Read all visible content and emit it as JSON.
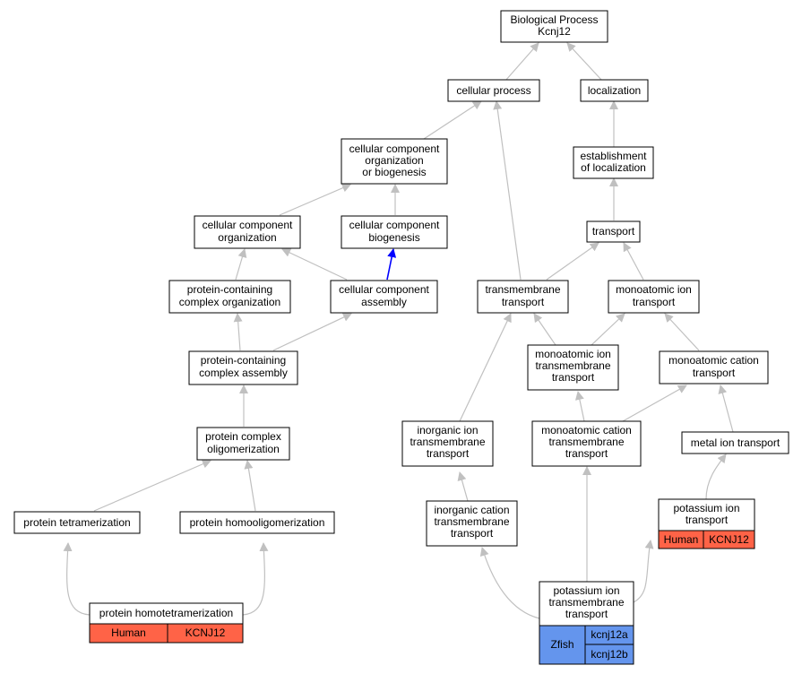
{
  "colors": {
    "edge": "#c0c0c0",
    "edge_highlight": "#0000ff",
    "human_cell": "#ff6347",
    "zfish_cell": "#6495ed"
  },
  "nodes": {
    "root": [
      "Biological Process",
      "Kcnj12"
    ],
    "cellular_process": [
      "cellular process"
    ],
    "localization": [
      "localization"
    ],
    "ccob": [
      "cellular component",
      "organization",
      "or biogenesis"
    ],
    "establishment": [
      "establishment",
      "of localization"
    ],
    "cc_organization": [
      "cellular component",
      "organization"
    ],
    "cc_biogenesis": [
      "cellular component",
      "biogenesis"
    ],
    "transport": [
      "transport"
    ],
    "pc_organization": [
      "protein-containing",
      "complex organization"
    ],
    "cc_assembly": [
      "cellular component",
      "assembly"
    ],
    "tm_transport": [
      "transmembrane",
      "transport"
    ],
    "mono_ion_transport": [
      "monoatomic ion",
      "transport"
    ],
    "pc_assembly": [
      "protein-containing",
      "complex assembly"
    ],
    "mono_ion_tm": [
      "monoatomic ion",
      "transmembrane",
      "transport"
    ],
    "mono_cation_transport": [
      "monoatomic cation",
      "transport"
    ],
    "pc_oligo": [
      "protein complex",
      "oligomerization"
    ],
    "inorg_ion_tm": [
      "inorganic ion",
      "transmembrane",
      "transport"
    ],
    "mono_cation_tm": [
      "monoatomic cation",
      "transmembrane",
      "transport"
    ],
    "metal_ion": [
      "metal ion transport"
    ],
    "tetramer": [
      "protein tetramerization"
    ],
    "homooligo": [
      "protein homooligomerization"
    ],
    "inorg_cation_tm": [
      "inorganic cation",
      "transmembrane",
      "transport"
    ],
    "potassium_ion": [
      "potassium ion",
      "transport"
    ],
    "homotetramer": [
      "protein homotetramerization"
    ],
    "potassium_tm": [
      "potassium ion",
      "transmembrane",
      "transport"
    ]
  },
  "annotations": {
    "potassium_ion": {
      "species": "Human",
      "genes": [
        "KCNJ12"
      ]
    },
    "homotetramer": {
      "species": "Human",
      "genes": [
        "KCNJ12"
      ]
    },
    "potassium_tm": {
      "species": "Zfish",
      "genes": [
        "kcnj12a",
        "kcnj12b"
      ]
    }
  }
}
